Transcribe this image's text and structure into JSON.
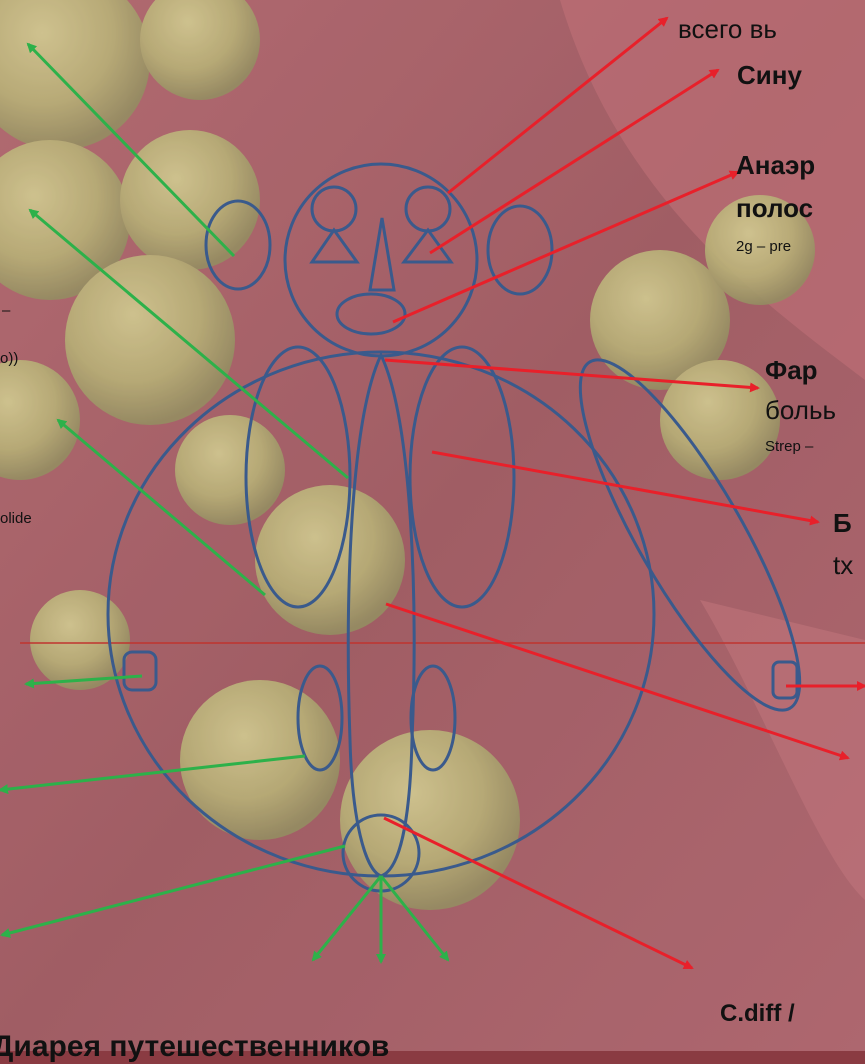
{
  "labels": {
    "top_right_1": "всего вь",
    "top_right_2": "Сину",
    "right_3a": "Анаэр",
    "right_3b": "полос",
    "right_3c": "2g – pre",
    "right_4a": "Фар",
    "right_4b": "больь",
    "right_4c": "Strep –",
    "right_5a": "Б",
    "right_5b": "tx",
    "left_1": "–",
    "left_2": "o))",
    "left_3": "olide",
    "bottom_right": "C.diff /",
    "bottom_center": "Диарея путешественников"
  },
  "colors": {
    "outline": "#3a5a8c",
    "arrow_red": "#e8202a",
    "arrow_green": "#2db14a",
    "divider": "#c0342f"
  }
}
